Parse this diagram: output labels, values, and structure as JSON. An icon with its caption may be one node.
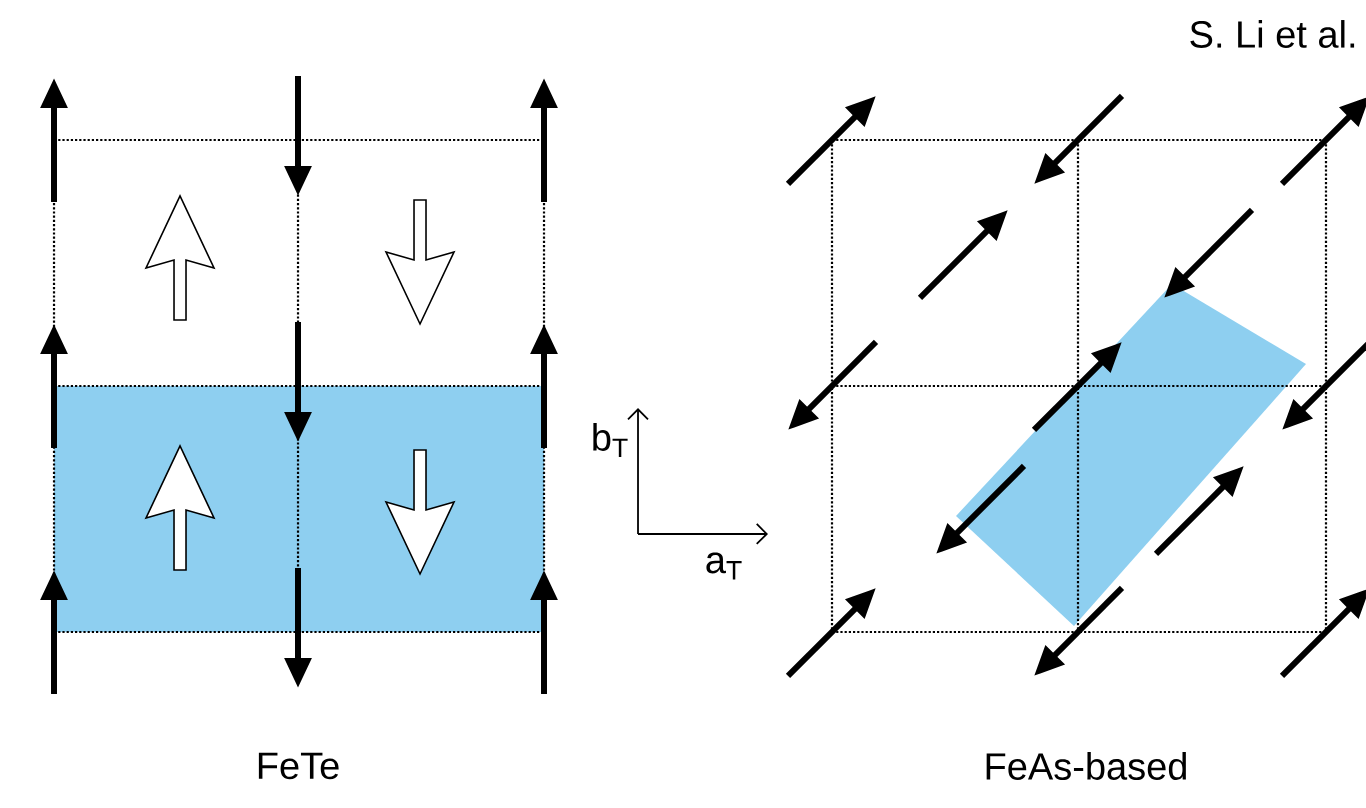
{
  "diagram": {
    "labels": [
      "S. Li et al.",
      "b$_{T}$",
      "a$_{T}$",
      "FeTe",
      "FeAs-based"
    ]
  }
}
